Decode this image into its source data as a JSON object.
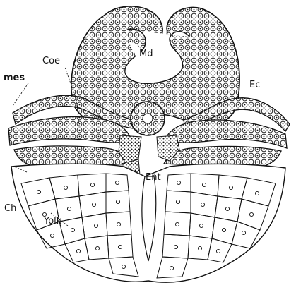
{
  "labels": {
    "md": "Md",
    "coe": "Coe",
    "ec": "Ec",
    "mes": "mes",
    "ent": "Ent",
    "ch": "Ch",
    "yolk": "Yolk"
  },
  "colors": {
    "ink": "#111111",
    "paper": "#ffffff"
  }
}
